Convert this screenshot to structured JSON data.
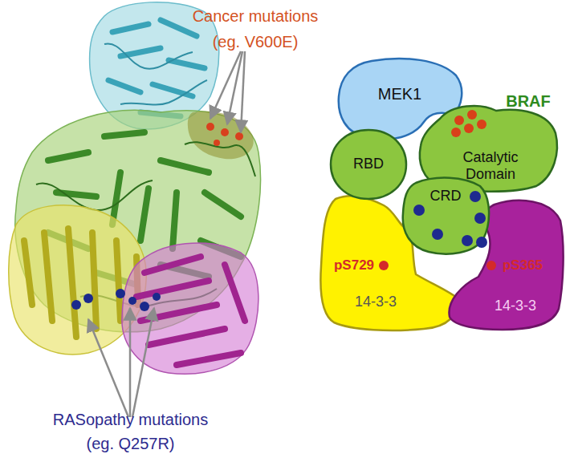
{
  "diagram": {
    "nodes": [
      {
        "text": [
          "MEK1"
        ]
      },
      {
        "text": [
          "BRAF"
        ]
      },
      {
        "text": [
          "RBD"
        ],
        "in": 1
      },
      {
        "text": [
          "Catalytic Domain"
        ],
        "in": 1
      },
      {
        "text": [
          "CRD"
        ],
        "in": 1
      },
      {
        "text": [
          "14-3-3"
        ]
      },
      {
        "text": [
          "14-3-3"
        ]
      }
    ],
    "labels": [
      "Cancer mutations (eg. V600E)",
      "RASopathy mutations (eg. Q257R)",
      "pS729",
      "pS365"
    ]
  }
}
